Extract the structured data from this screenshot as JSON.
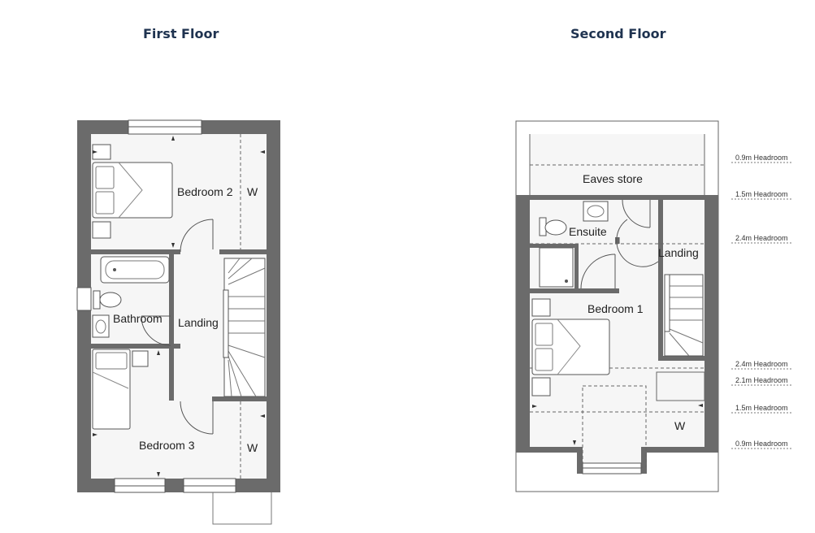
{
  "floors": {
    "first": {
      "title": "First Floor",
      "rooms": {
        "bedroom2": "Bedroom 2",
        "wardrobe_top": "W",
        "bathroom": "Bathroom",
        "landing": "Landing",
        "bedroom3": "Bedroom 3",
        "wardrobe_bottom": "W"
      }
    },
    "second": {
      "title": "Second Floor",
      "rooms": {
        "eaves": "Eaves store",
        "ensuite": "Ensuite",
        "landing": "Landing",
        "bedroom1": "Bedroom 1",
        "wardrobe": "W"
      },
      "headroom": [
        "0.9m Headroom",
        "1.5m Headroom",
        "2.4m Headroom",
        "2.4m Headroom",
        "2.1m Headroom",
        "1.5m Headroom",
        "0.9m Headroom"
      ]
    }
  },
  "colors": {
    "wall": "#6b6b6b",
    "floor_fill": "#f6f6f6",
    "line": "#555555",
    "title": "#1f3350"
  }
}
